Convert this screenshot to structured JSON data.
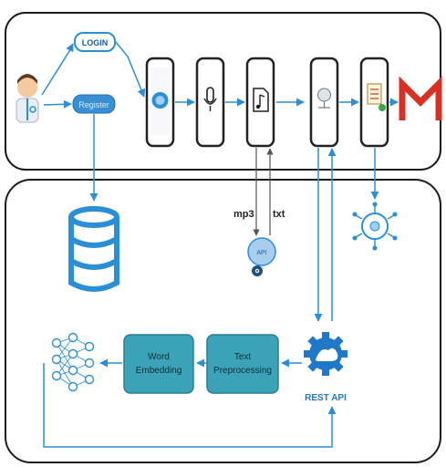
{
  "top_flow": {
    "login_label": "LOGIN",
    "register_label": "Register",
    "gmail_letter": "M"
  },
  "bottom_flow": {
    "mp3_label": "mp3",
    "txt_label": "txt",
    "api_badge": "API",
    "rest_api_label": "REST API",
    "text_preprocessing_lines": [
      "Text",
      "Preprocessing"
    ],
    "word_embedding_lines": [
      "Word",
      "Embedding"
    ]
  },
  "colors": {
    "accent_blue": "#2a8fd6",
    "teal_box": "#3ba2b8",
    "gmail_red": "#d93025",
    "panel_border": "#1c1c1c"
  },
  "icons": [
    "doctor-icon",
    "database-icon",
    "microphone-icon",
    "music-file-icon",
    "cloud-icon",
    "checklist-icon",
    "gmail-icon",
    "gear-icon",
    "neural-network-icon",
    "ai-chip-icon"
  ]
}
